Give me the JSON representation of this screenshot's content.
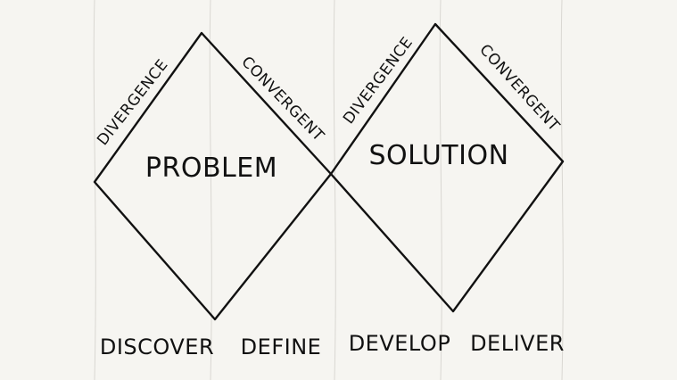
{
  "diamonds": {
    "left": {
      "center_label": "PROBLEM",
      "upper_left_label": "DIVERGENCE",
      "upper_right_label": "CONVERGENT"
    },
    "right": {
      "center_label": "SOLUTION",
      "upper_left_label": "DIVERGENCE",
      "upper_right_label": "CONVERGENT"
    }
  },
  "phases": {
    "discover": "DISCOVER",
    "define": "DEFINE",
    "develop": "DEVELOP",
    "deliver": "DELIVER"
  },
  "colors": {
    "paper": "#f6f5f1",
    "ink": "#111111",
    "guide_lines": "#d9d7d2"
  }
}
